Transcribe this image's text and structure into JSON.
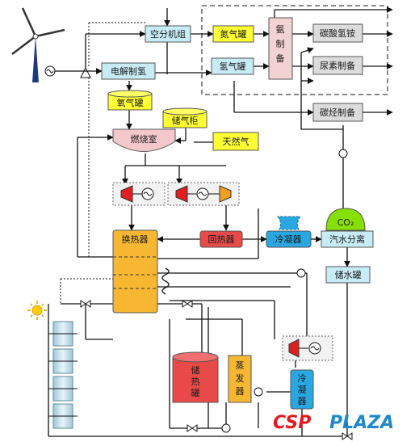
{
  "nodes": {
    "air_separation": "空分机组",
    "electrolysis": "电解制氢",
    "nitrogen_tank": "氮气罐",
    "hydrogen_tank": "氢气罐",
    "ammonia_production": [
      "氨",
      "制",
      "备"
    ],
    "ammonium_bicarbonate": "碳酸氢铵",
    "urea_production": "尿素制备",
    "hydrocarbon_production": "碳烃制备",
    "oxygen_tank": "氧气罐",
    "gas_holder": "储气柜",
    "natural_gas": "天然气",
    "combustion_chamber": "燃烧室",
    "heat_exchanger": "换热器",
    "regenerator": "回热器",
    "condenser_top": "冷凝器",
    "steam_water_separation": "汽水分离",
    "co2": "CO₂",
    "water_tank": "储水罐",
    "thermal_storage_tank": [
      "储",
      "热",
      "罐"
    ],
    "evaporator": [
      "蒸",
      "发",
      "器"
    ],
    "condenser_bottom": [
      "冷",
      "凝",
      "器"
    ]
  },
  "watermark": {
    "part1": "CSP",
    "part2": "PLAZA"
  },
  "colors": {
    "light_blue_box": "#c8ecf6",
    "yellow_box": "#ffff33",
    "orange_box": "#f7b733",
    "red_box": "#e84a4a",
    "blue_box": "#2aa7e0",
    "gray_box": "#dcdcdc",
    "pink_box": "#f3d2d4",
    "green_dome": "#86e000",
    "turbine_red": "#e02020",
    "turbine_orange": "#f0a020",
    "watermark_red": "#e11b22",
    "watermark_blue": "#1f88c9"
  },
  "icons": [
    "wind-turbine-icon",
    "sun-icon",
    "generator-icon",
    "turbine-icon",
    "valve-icon",
    "cooling-tower-icon",
    "solar-collector-icon"
  ]
}
